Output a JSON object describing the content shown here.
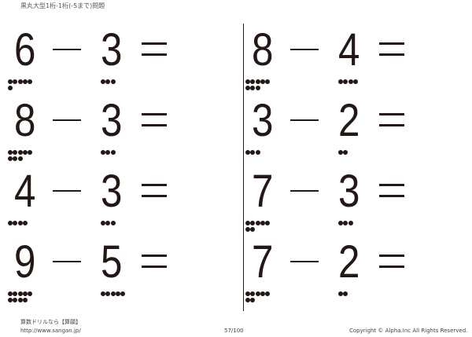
{
  "header": {
    "title": "黒丸大型1桁-1桁(-5まで)問題"
  },
  "problems": [
    {
      "a": "6",
      "b": "3",
      "a_count": 6,
      "b_count": 3,
      "op": "−",
      "eq": "="
    },
    {
      "a": "8",
      "b": "4",
      "a_count": 8,
      "b_count": 4,
      "op": "−",
      "eq": "="
    },
    {
      "a": "8",
      "b": "3",
      "a_count": 8,
      "b_count": 3,
      "op": "−",
      "eq": "="
    },
    {
      "a": "3",
      "b": "2",
      "a_count": 3,
      "b_count": 2,
      "op": "−",
      "eq": "="
    },
    {
      "a": "4",
      "b": "3",
      "a_count": 4,
      "b_count": 3,
      "op": "−",
      "eq": "="
    },
    {
      "a": "7",
      "b": "3",
      "a_count": 7,
      "b_count": 3,
      "op": "−",
      "eq": "="
    },
    {
      "a": "9",
      "b": "5",
      "a_count": 9,
      "b_count": 5,
      "op": "−",
      "eq": "="
    },
    {
      "a": "7",
      "b": "2",
      "a_count": 7,
      "b_count": 2,
      "op": "−",
      "eq": "="
    }
  ],
  "footer": {
    "brand": "算数ドリルなら【算願】",
    "url": "http://www.sangan.jp/",
    "page": "57/100",
    "copyright": "Copyright © Alpha.Inc All Rights Reserved."
  }
}
